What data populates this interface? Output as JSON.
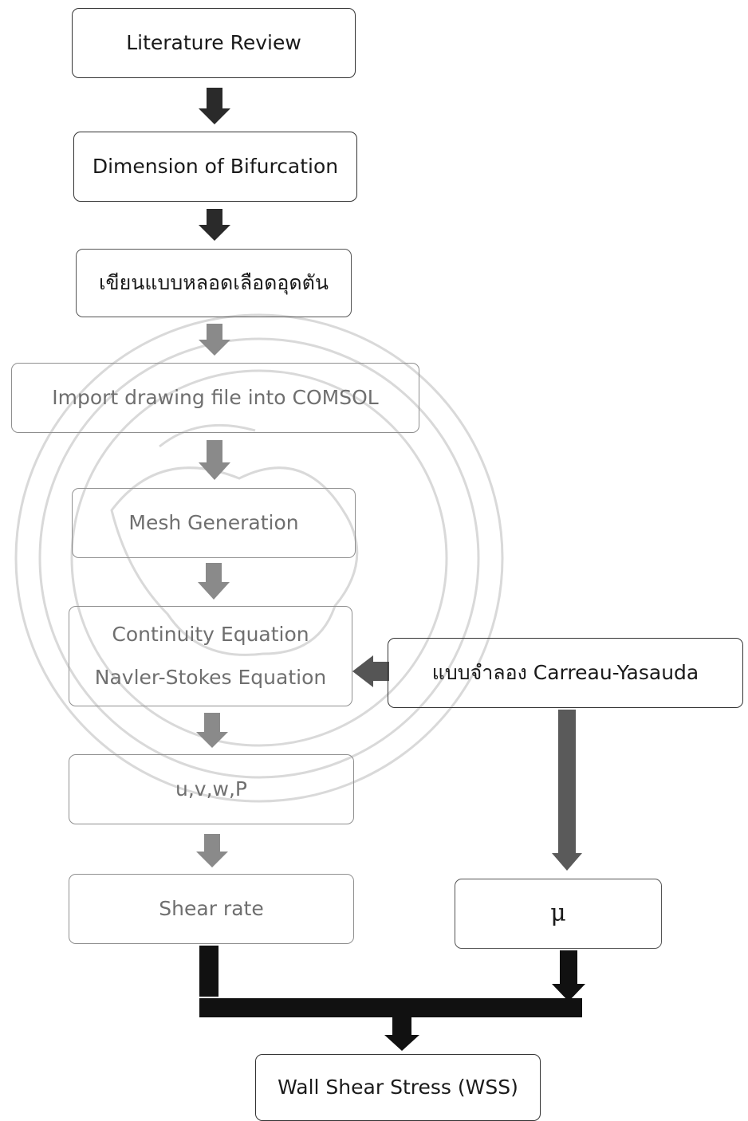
{
  "diagram": {
    "steps": {
      "literature_review": "Literature Review",
      "dimension": "Dimension of Bifurcation",
      "drawing": "เขียนแบบหลอดเลือดอุดตัน",
      "import": "Import drawing file into COMSOL",
      "mesh": "Mesh Generation",
      "equations": [
        "Continuity Equation",
        "Navler-Stokes Equation"
      ],
      "variables": "u,v,w,P",
      "shear_rate": "Shear rate",
      "model": "แบบจำลอง Carreau-Yasauda",
      "viscosity": "μ",
      "result": "Wall Shear Stress (WSS)"
    },
    "colors": {
      "dark_arrow": "#2a2a2a",
      "faded_arrow": "#8a8a8a",
      "dark_border": "#333333",
      "faded_border": "#8f8f8f"
    }
  }
}
